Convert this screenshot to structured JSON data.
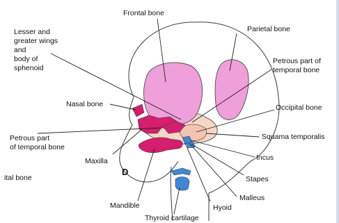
{
  "labels": {
    "frontal_bone": "Frontal bone",
    "parietal_bone": "Parietal bone",
    "lesser_greater_wings": "Lesser and\ngreater wings\nand\nbody of\nsphenoid",
    "petrous_part_right": "Petrous part of\ntemporal bone",
    "nasal_bone": "Nasal bone",
    "occipital_bone": "Occipital bone",
    "petrous_part_left": "Petrous part\nof temporal bone",
    "squama_temporalis": "Squama temporalis",
    "maxilla": "Maxilla",
    "incus": "Incus",
    "ital_bone": "ital bone",
    "stapes": "Stapes",
    "malleus": "Malleus",
    "mandible": "Mandible",
    "hyoid": "Hyoid",
    "thyroid_cartilage": "Thyroid cartilage"
  },
  "panel_letter": "D",
  "colors": {
    "cartilage_pink": "#ef9fd9",
    "membrane_bone_magenta": "#d41f6e",
    "ear_cartilage_blue": "#3f86d6",
    "head_shading": "#f6d6c6",
    "outline": "#3a3a3a"
  }
}
